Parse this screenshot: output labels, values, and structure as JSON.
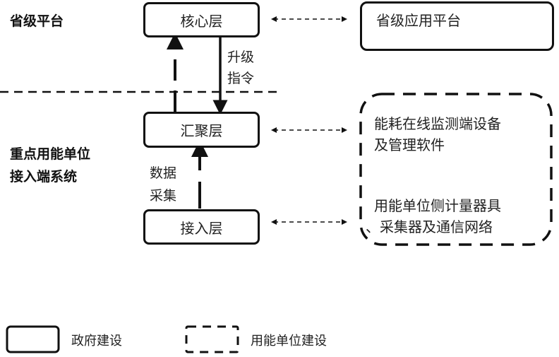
{
  "sections": {
    "provincial": "省级平台",
    "unit_line1": "重点用能单位",
    "unit_line2": "接入端系统"
  },
  "layers": {
    "core": "核心层",
    "aggregation": "汇聚层",
    "access": "接入层"
  },
  "edges": {
    "upgrade_line1": "升级",
    "upgrade_line2": "指令",
    "data_line1": "数据",
    "data_line2": "采集"
  },
  "right_boxes": {
    "provincial_app": "省级应用平台",
    "monitoring_line1": "能耗在线监测端设备",
    "monitoring_line2": "及管理软件",
    "metering_line1": "用能单位侧计量器具",
    "metering_line2": "、采集器及通信网络"
  },
  "legend": {
    "government": "政府建设",
    "unit": "用能单位建设"
  }
}
